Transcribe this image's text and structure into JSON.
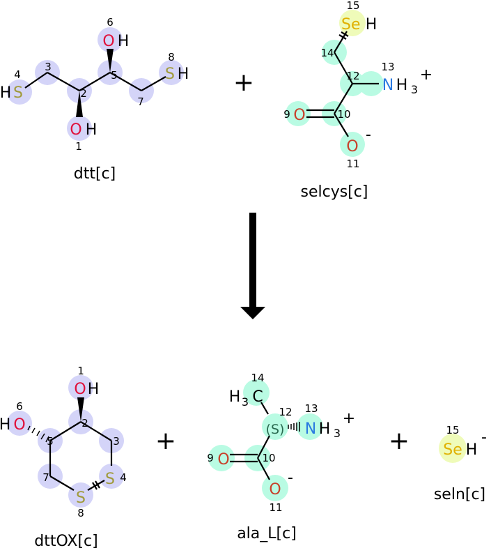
{
  "reaction": {
    "reactants": [
      {
        "name": "dtt[c]",
        "atoms": {
          "O1": "O",
          "H1": "H",
          "n1": "1",
          "n2": "2",
          "n3": "3",
          "S4": "S",
          "H4": "H",
          "n4": "4",
          "n5": "5",
          "O6": "O",
          "H6": "H",
          "n6": "6",
          "n7": "7",
          "S8": "S",
          "H8": "H",
          "n8": "8"
        }
      },
      {
        "name": "selcys[c]",
        "atoms": {
          "O9": "O",
          "n9": "9",
          "n10": "10",
          "O11": "O",
          "c11": "-",
          "n11": "11",
          "n12": "12",
          "N13": "N",
          "H13": "H",
          "s13": "3",
          "c13": "+",
          "n13": "13",
          "n14": "14",
          "Se15": "Se",
          "H15": "H",
          "n15": "15"
        }
      }
    ],
    "products": [
      {
        "name": "dttOX[c]",
        "atoms": {
          "O1": "O",
          "H1": "H",
          "n1": "1",
          "n2": "2",
          "n3": "3",
          "S4": "S",
          "n4": "4",
          "n5": "5",
          "O6": "O",
          "H6": "H",
          "n6": "6",
          "n7": "7",
          "S8": "S",
          "n8": "8"
        }
      },
      {
        "name": "ala_L[c]",
        "atoms": {
          "O9": "O",
          "n9": "9",
          "n10": "10",
          "O11": "O",
          "c11": "-",
          "n11": "11",
          "n12": "12",
          "stereo12": "(S)",
          "N13": "N",
          "H13": "H",
          "s13": "3",
          "c13": "+",
          "n13": "13",
          "C14": "C",
          "H14": "H",
          "s14": "3",
          "n14": "14"
        }
      },
      {
        "name": "seln[c]",
        "atoms": {
          "Se15": "Se",
          "H15": "H",
          "c15": "-",
          "n15": "15"
        }
      }
    ],
    "plus": "+",
    "colors": {
      "dtt_highlight": "#d4d4f8",
      "selcys_highlight": "#b9fbe3",
      "se_highlight": "#effbb9",
      "oxygen": "#e0103a",
      "sulfur": "#a09a3a",
      "selenium": "#e0b000",
      "nitrogen": "#2a7ae0"
    }
  }
}
